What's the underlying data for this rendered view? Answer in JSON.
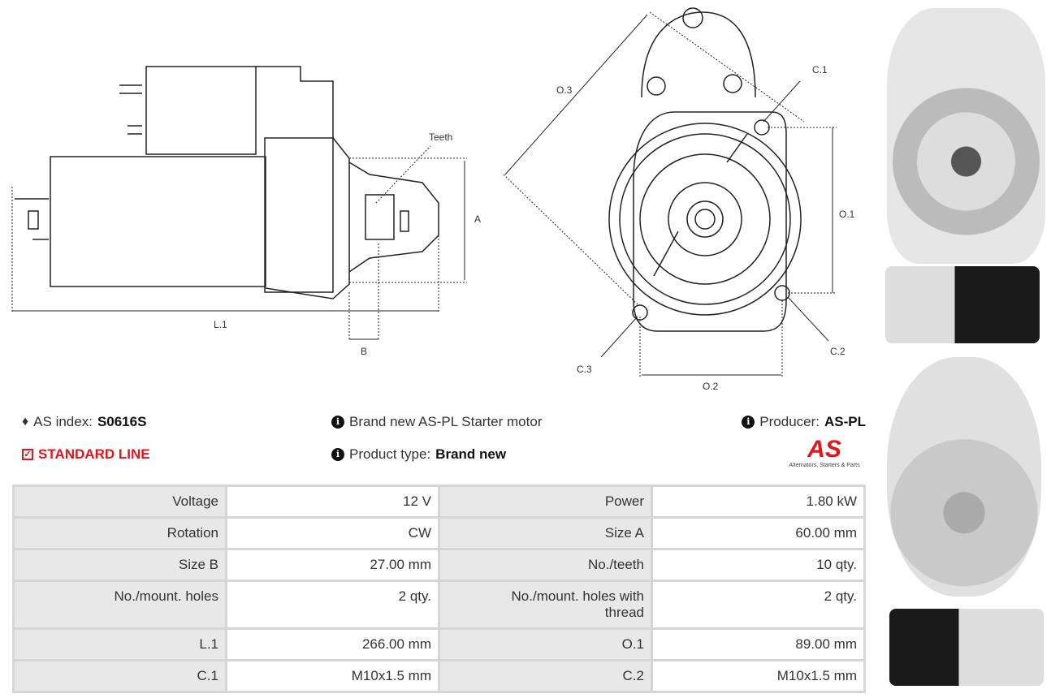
{
  "drawing_side": {
    "teeth_label": "Teeth",
    "a_label": "A",
    "b_label": "B",
    "l1_label": "L.1"
  },
  "drawing_front": {
    "o3_label": "O.3",
    "c1_label": "C.1",
    "o1_label": "O.1",
    "c2_label": "C.2",
    "c3_label": "C.3",
    "o2_label": "O.2"
  },
  "info": {
    "as_index_label": "AS index:",
    "as_index_value": "S0616S",
    "line_label": "STANDARD LINE",
    "description": "Brand new AS-PL Starter motor",
    "product_type_label": "Product type:",
    "product_type_value": "Brand new",
    "producer_label": "Producer:",
    "producer_value": "AS-PL",
    "logo_text": "AS",
    "logo_tagline": "Alternators, Starters & Parts"
  },
  "colors": {
    "accent": "#e3151a",
    "table_key_bg": "#e8e8e8",
    "border": "#d6d6d6"
  },
  "specs": [
    {
      "k1": "Voltage",
      "v1": "12 V",
      "k2": "Power",
      "v2": "1.80 kW"
    },
    {
      "k1": "Rotation",
      "v1": "CW",
      "k2": "Size A",
      "v2": "60.00 mm"
    },
    {
      "k1": "Size B",
      "v1": "27.00 mm",
      "k2": "No./teeth",
      "v2": "10 qty."
    },
    {
      "k1": "No./mount. holes",
      "v1": "2 qty.",
      "k2": "No./mount. holes with thread",
      "v2": "2 qty."
    },
    {
      "k1": "L.1",
      "v1": "266.00 mm",
      "k2": "O.1",
      "v2": "89.00 mm"
    },
    {
      "k1": "C.1",
      "v1": "M10x1.5 mm",
      "k2": "C.2",
      "v2": "M10x1.5 mm"
    }
  ]
}
